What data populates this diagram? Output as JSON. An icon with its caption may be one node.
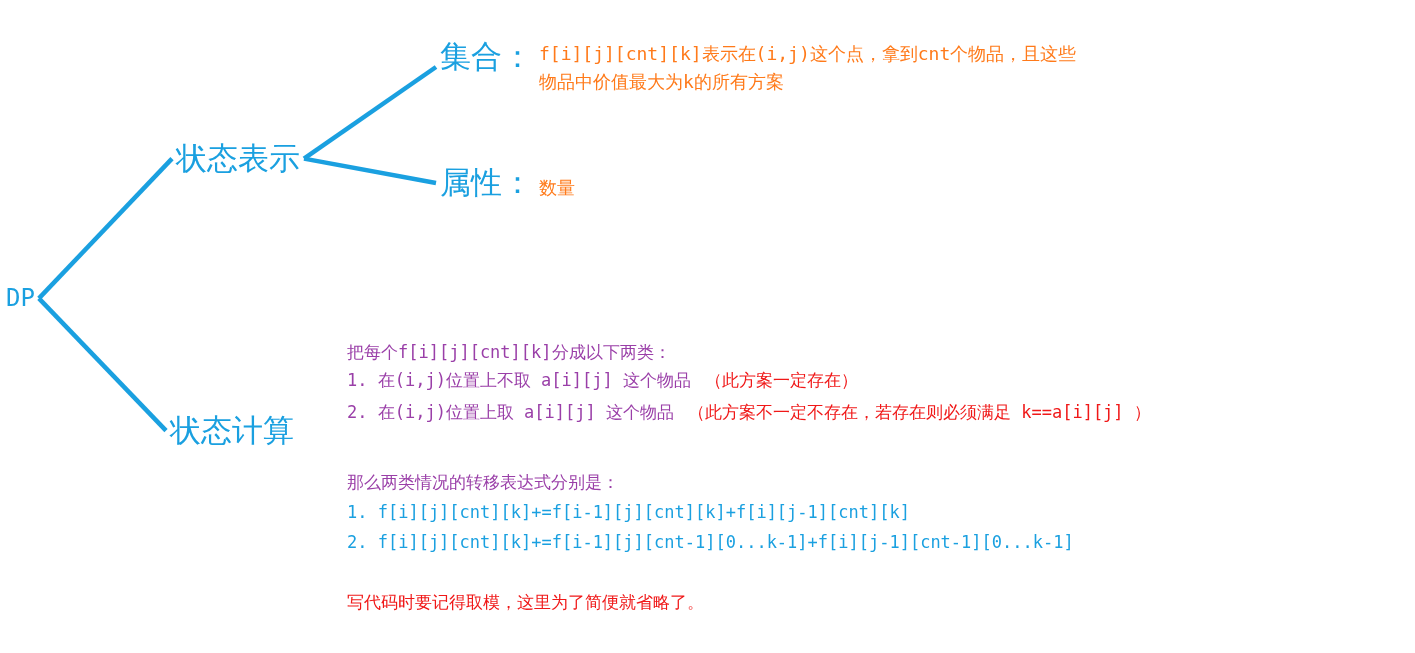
{
  "diagram": {
    "nodes": [
      {
        "text": [
          "DP"
        ]
      },
      {
        "text": [
          "状态表示"
        ]
      },
      {
        "text": [
          "集合：",
          "f[i][j][cnt][k]表示在(i,j)这个点，拿到cnt个物品，且这些物品中价值最大为k的所有方案"
        ]
      },
      {
        "text": [
          "属性：",
          "数量"
        ]
      },
      {
        "text": [
          "状态计算"
        ]
      }
    ],
    "edges": [
      {
        "from": 0,
        "to": 1,
        "arrow": "none"
      },
      {
        "from": 0,
        "to": 4,
        "arrow": "none"
      },
      {
        "from": 1,
        "to": 2,
        "arrow": "none"
      },
      {
        "from": 1,
        "to": 3,
        "arrow": "none"
      }
    ],
    "labels": [
      "把每个f[i][j][cnt][k]分成以下两类：",
      "1. 在(i,j)位置上不取 a[i][j] 这个物品",
      "（此方案一定存在）",
      "2. 在(i,j)位置上取 a[i][j] 这个物品",
      "（此方案不一定不存在，若存在则必须满足 k==a[i][j] ）",
      "那么两类情况的转移表达式分别是：",
      "1. f[i][j][cnt][k]+=f[i-1][j][cnt][k]+f[i][j-1][cnt][k]",
      "2. f[i][j][cnt][k]+=f[i-1][j][cnt-1][0...k-1]+f[i][j-1][cnt-1][0...k-1]",
      "写代码时要记得取模，这里为了简便就省略了。"
    ]
  }
}
